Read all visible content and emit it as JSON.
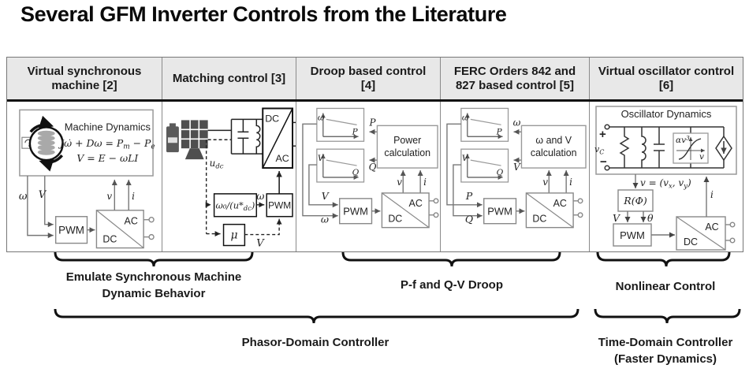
{
  "title": "Several GFM Inverter Controls from the Literature",
  "headers": [
    "Virtual synchronous machine [2]",
    "Matching control [3]",
    "Droop based control [4]",
    "FERC Orders 842 and 827 based control [5]",
    "Virtual oscillator control [6]"
  ],
  "common": {
    "pwm": "PWM",
    "ac": "AC",
    "dc": "DC"
  },
  "vsm": {
    "box_title": "Machine Dynamics",
    "eq1": [
      "Jω̇ + Dω = P",
      "m",
      " − P",
      "e"
    ],
    "eq2": "V = E − ωLI",
    "omega": "ω",
    "V": "V",
    "v": "v",
    "i": "i"
  },
  "matching": {
    "udc": [
      "u",
      "dc"
    ],
    "omega0": [
      "ω₀/(u*",
      "dc",
      ")"
    ],
    "mu": "μ",
    "omega": "ω",
    "V": "V"
  },
  "droop": {
    "g1y": "ω",
    "g1x": "P",
    "g2y": "V",
    "g2x": "Q",
    "in1": "P",
    "in2": "Q",
    "calc1": "Power",
    "calc2": "calculation",
    "v": "v",
    "i": "i",
    "V": "V",
    "omega": "ω"
  },
  "ferc": {
    "g1y": "ω",
    "g1x": "P",
    "g2y": "V",
    "g2x": "Q",
    "in1": "ω",
    "in2": "V",
    "calc1": "ω and V",
    "calc2": "calculation",
    "v": "v",
    "i": "i",
    "P": "P",
    "Q": "Q"
  },
  "voc": {
    "box_title": "Oscillator Dynamics",
    "plus": "+",
    "minus": "−",
    "vc": [
      "v",
      "C"
    ],
    "alpha": [
      "αv",
      "3"
    ],
    "alpha_x": "v",
    "veq": [
      "v = (v",
      "x",
      ", v",
      "y",
      ")"
    ],
    "rphi": "R(Φ)",
    "V": "V",
    "theta": "θ",
    "i": "i"
  },
  "braces": {
    "emulate1": "Emulate Synchronous Machine",
    "emulate2": "Dynamic Behavior",
    "pfqv": "P-f and Q-V Droop",
    "nonlinear": "Nonlinear Control",
    "phasor": "Phasor-Domain Controller",
    "time1": "Time-Domain Controller",
    "time2": "(Faster Dynamics)"
  }
}
